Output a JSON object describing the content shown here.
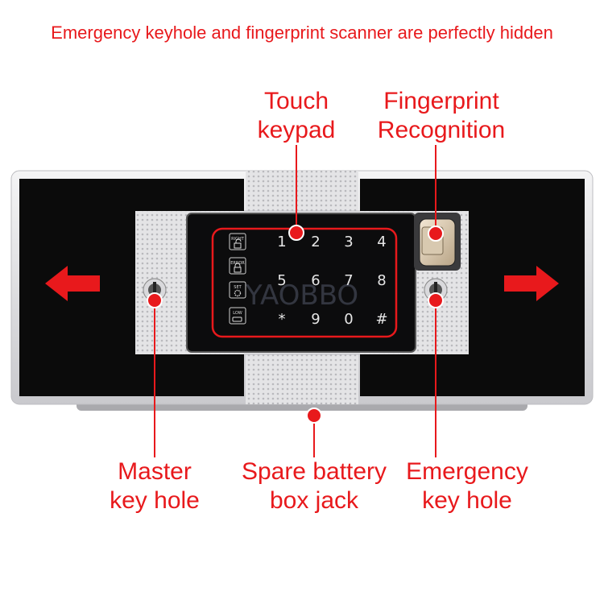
{
  "headline": "Emergency keyhole and fingerprint scanner are perfectly hidden",
  "callouts": {
    "touch_keypad": [
      "Touch",
      "keypad"
    ],
    "fingerprint": [
      "Fingerprint",
      "Recognition"
    ],
    "master_key": [
      "Master",
      "key hole"
    ],
    "battery": [
      "Spare battery",
      "box jack"
    ],
    "emergency_key": [
      "Emergency",
      "key hole"
    ]
  },
  "keypad": {
    "keys": [
      "1",
      "2",
      "3",
      "4",
      "5",
      "6",
      "7",
      "8",
      "*",
      "9",
      "0",
      "#"
    ],
    "status_icons": [
      {
        "label": "RIGHT",
        "icon": "unlock-icon"
      },
      {
        "label": "ERROR",
        "icon": "lock-icon"
      },
      {
        "label": "SET",
        "icon": "gear-icon"
      },
      {
        "label": "LOW",
        "icon": "battery-icon"
      }
    ]
  },
  "watermark": "YAOBBO",
  "colors": {
    "accent": "#e8191c",
    "panel": "#0b0b0b",
    "frame": "#d9d9dc"
  }
}
